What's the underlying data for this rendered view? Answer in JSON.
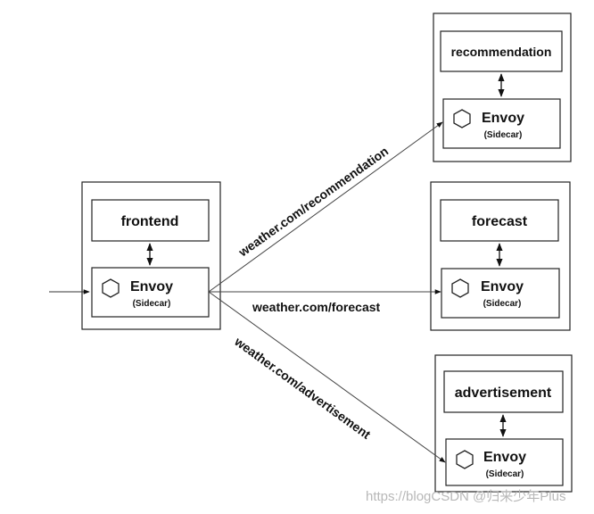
{
  "services": {
    "recommendation": {
      "name": "recommendation",
      "proxy": "Envoy",
      "proxy_note": "(Sidecar)"
    },
    "frontend": {
      "name": "frontend",
      "proxy": "Envoy",
      "proxy_note": "(Sidecar)"
    },
    "forecast": {
      "name": "forecast",
      "proxy": "Envoy",
      "proxy_note": "(Sidecar)"
    },
    "advertisement": {
      "name": "advertisement",
      "proxy": "Envoy",
      "proxy_note": "(Sidecar)"
    }
  },
  "routes": {
    "recommendation": "weather.com/recommendation",
    "forecast": "weather.com/forecast",
    "advertisement": "weather.com/advertisement"
  },
  "watermark": "https://blogCSDN @归来少年Plus"
}
